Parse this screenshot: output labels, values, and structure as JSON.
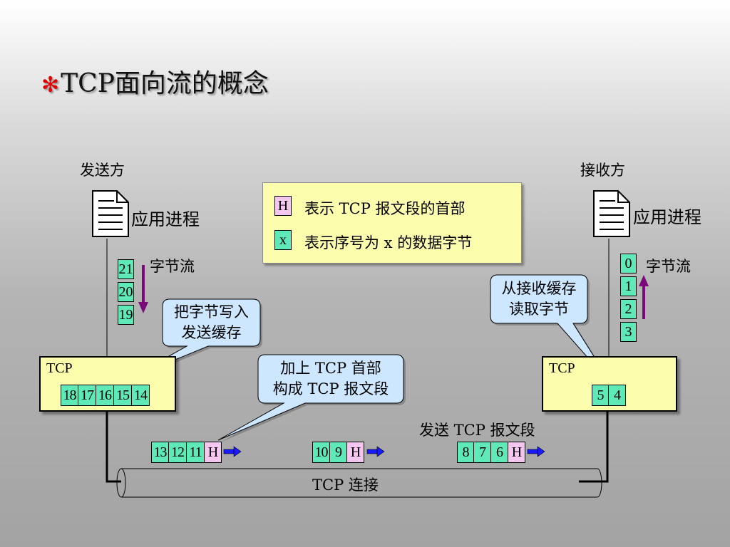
{
  "slide": {
    "title_mark": "✻",
    "title": "TCP面向流的概念"
  },
  "sender": {
    "label": "发送方",
    "app_label": "应用进程",
    "stream_label": "字节流",
    "stream_bytes": [
      "21",
      "20",
      "19"
    ],
    "tcp_label": "TCP",
    "buffer_bytes": [
      "18",
      "17",
      "16",
      "15",
      "14"
    ],
    "callout": [
      "把字节写入",
      "发送缓存"
    ]
  },
  "receiver": {
    "label": "接收方",
    "app_label": "应用进程",
    "stream_label": "字节流",
    "stream_bytes": [
      "0",
      "1",
      "2",
      "3"
    ],
    "tcp_label": "TCP",
    "buffer_bytes": [
      "5",
      "4"
    ],
    "callout": [
      "从接收缓存",
      "读取字节"
    ]
  },
  "legend": {
    "header_symbol": "H",
    "header_text": "表示 TCP 报文段的首部",
    "data_symbol": "x",
    "data_text": "表示序号为 x 的数据字节"
  },
  "header_callout": [
    "加上 TCP 首部",
    "构成 TCP 报文段"
  ],
  "send_label": "发送 TCP 报文段",
  "segments": [
    {
      "bytes": [
        "13",
        "12",
        "11"
      ],
      "header": "H"
    },
    {
      "bytes": [
        "10",
        "9"
      ],
      "header": "H"
    },
    {
      "bytes": [
        "8",
        "7",
        "6"
      ],
      "header": "H"
    }
  ],
  "connection_label": "TCP 连接",
  "colors": {
    "data_byte": "#5fe8b8",
    "header": "#f5c6f0",
    "tcp_box": "#fdfdae",
    "callout": "#cce7ff",
    "stream_arrow": "#7a0a7a",
    "segment_arrow": "#1a1aff",
    "title_mark": "#e00000"
  }
}
